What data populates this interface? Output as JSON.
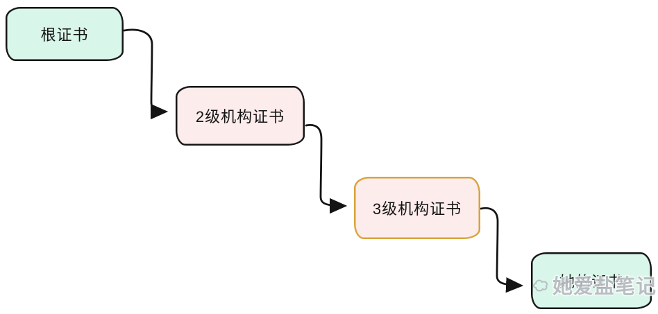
{
  "diagram": {
    "title": "certificate-chain",
    "nodes": [
      {
        "id": "root-certificate",
        "label": "根证书",
        "fill": "#d9f6ea",
        "border": "#141414"
      },
      {
        "id": "level2-ca-certificate",
        "label": "2级机构证书",
        "fill": "#fdecec",
        "border": "#141414"
      },
      {
        "id": "level3-ca-certificate",
        "label": "3级机构证书",
        "fill": "#fdecec",
        "border": "#d8a33a"
      },
      {
        "id": "her-certificate",
        "label": "她的证书",
        "fill": "#d9f6ea",
        "border": "#141414"
      }
    ],
    "edges": [
      {
        "from": "root-certificate",
        "to": "level2-ca-certificate"
      },
      {
        "from": "level2-ca-certificate",
        "to": "level3-ca-certificate"
      },
      {
        "from": "level3-ca-certificate",
        "to": "her-certificate"
      }
    ]
  },
  "watermark": {
    "text": "她爱盐笔记",
    "icon": "cloud-scribble-icon",
    "color": "#b6babf"
  }
}
